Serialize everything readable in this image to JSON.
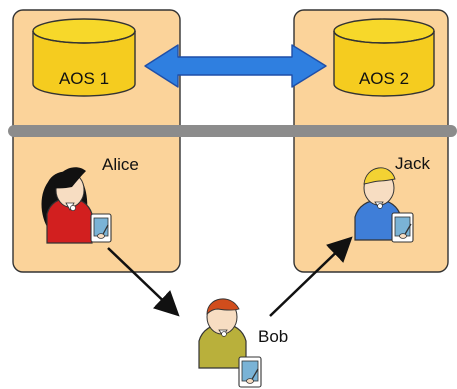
{
  "diagram": {
    "left_server": {
      "db_label": "AOS 1",
      "person_name": "Alice"
    },
    "right_server": {
      "db_label": "AOS 2",
      "person_name": "Jack"
    },
    "traveler": {
      "person_name": "Bob"
    },
    "colors": {
      "panel_fill": "#fbd39a",
      "panel_stroke": "#333333",
      "db_fill": "#f5cc1f",
      "db_top": "#f7d82a",
      "db_stroke": "#333333",
      "sync_arrow_fill": "#2f7fe0",
      "sync_arrow_stroke": "#1f4fa8",
      "divider_bar": "#8c8c8c",
      "alice_hair": "#111111",
      "alice_shirt": "#d21f1f",
      "jack_hair": "#f3d233",
      "jack_shirt": "#3f7ed8",
      "bob_hair": "#d14d1c",
      "bob_shirt": "#b9b03b",
      "skin": "#f7ddc2",
      "device": "#7ab3d6",
      "path_arrow": "#111111"
    },
    "icons": {
      "database": "database-cylinder-icon",
      "sync_arrow": "double-arrow-icon",
      "device": "pda-tablet-icon",
      "person": "person-icon"
    }
  }
}
